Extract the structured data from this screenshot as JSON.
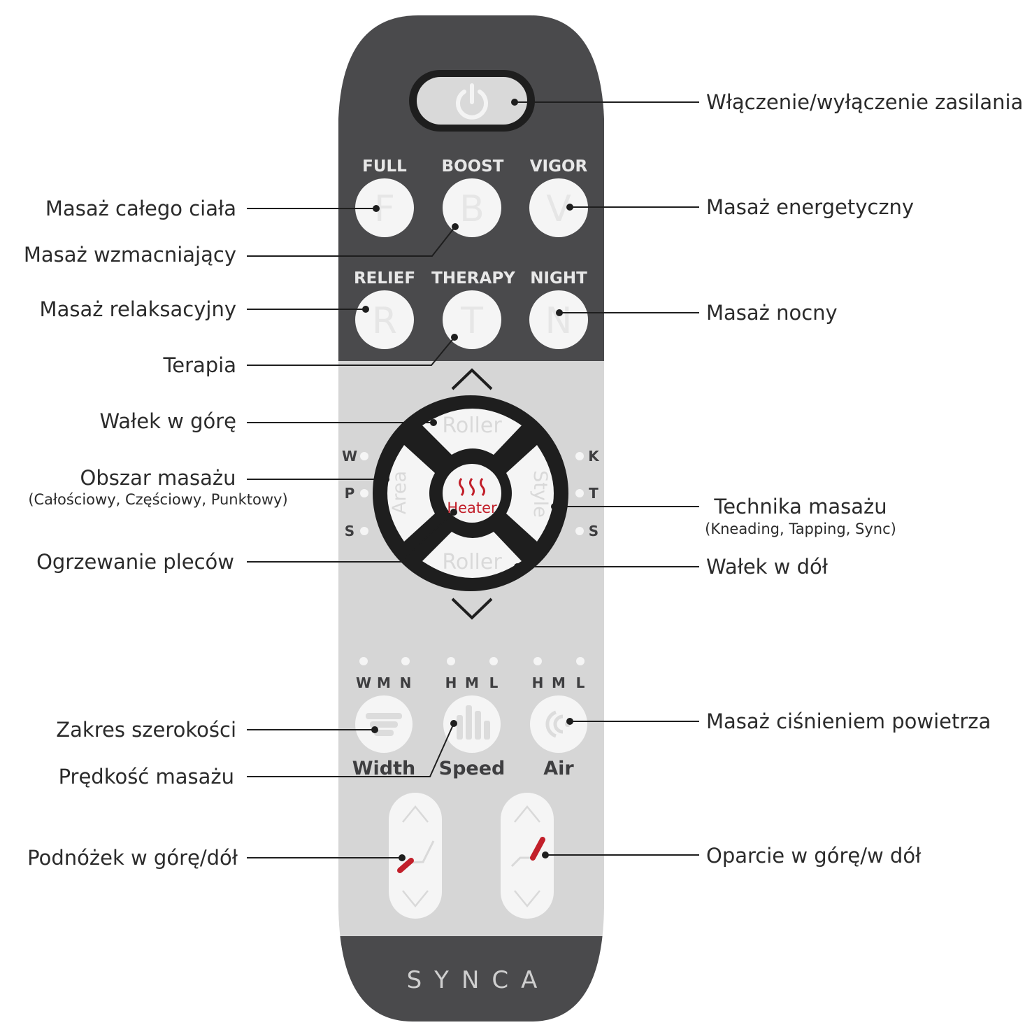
{
  "remote": {
    "brand": "SYNCA",
    "program_labels": [
      "FULL",
      "BOOST",
      "VIGOR",
      "RELIEF",
      "THERAPY",
      "NIGHT"
    ],
    "program_letters": [
      "F",
      "B",
      "V",
      "R",
      "T",
      "N"
    ],
    "roller_up": "Roller",
    "roller_down": "Roller",
    "area": "Area",
    "style": "Style",
    "heater": "Heater",
    "left_indicators": [
      "W",
      "P",
      "S"
    ],
    "right_indicators": [
      "K",
      "T",
      "S"
    ],
    "width_levels": [
      "W",
      "M",
      "N"
    ],
    "speed_levels": [
      "H",
      "M",
      "L"
    ],
    "air_levels": [
      "H",
      "M",
      "L"
    ],
    "width": "Width",
    "speed": "Speed",
    "air": "Air"
  },
  "annotations": {
    "power": "Włączenie/wyłączenie zasilania",
    "full": "Masaż całego ciała",
    "boost": "Masaż wzmacniający",
    "vigor": "Masaż energetyczny",
    "relief": "Masaż relaksacyjny",
    "therapy": "Terapia",
    "night": "Masaż nocny",
    "roller_up": "Wałek w górę",
    "area": "Obszar masażu",
    "area_sub": "(Całościowy, Częściowy, Punktowy)",
    "style": "Technika masażu",
    "style_sub": "(Kneading, Tapping, Sync)",
    "heater": "Ogrzewanie pleców",
    "roller_down": "Wałek w dół",
    "width": "Zakres szerokości",
    "speed": "Prędkość masażu",
    "air": "Masaż ciśnieniem powietrza",
    "footrest": "Podnóżek w górę/dół",
    "backrest": "Oparcie w górę/w dół"
  },
  "colors": {
    "dark": "#4a4a4c",
    "light": "#d6d6d6",
    "button": "#f5f5f5",
    "heat": "#c21f2a"
  }
}
